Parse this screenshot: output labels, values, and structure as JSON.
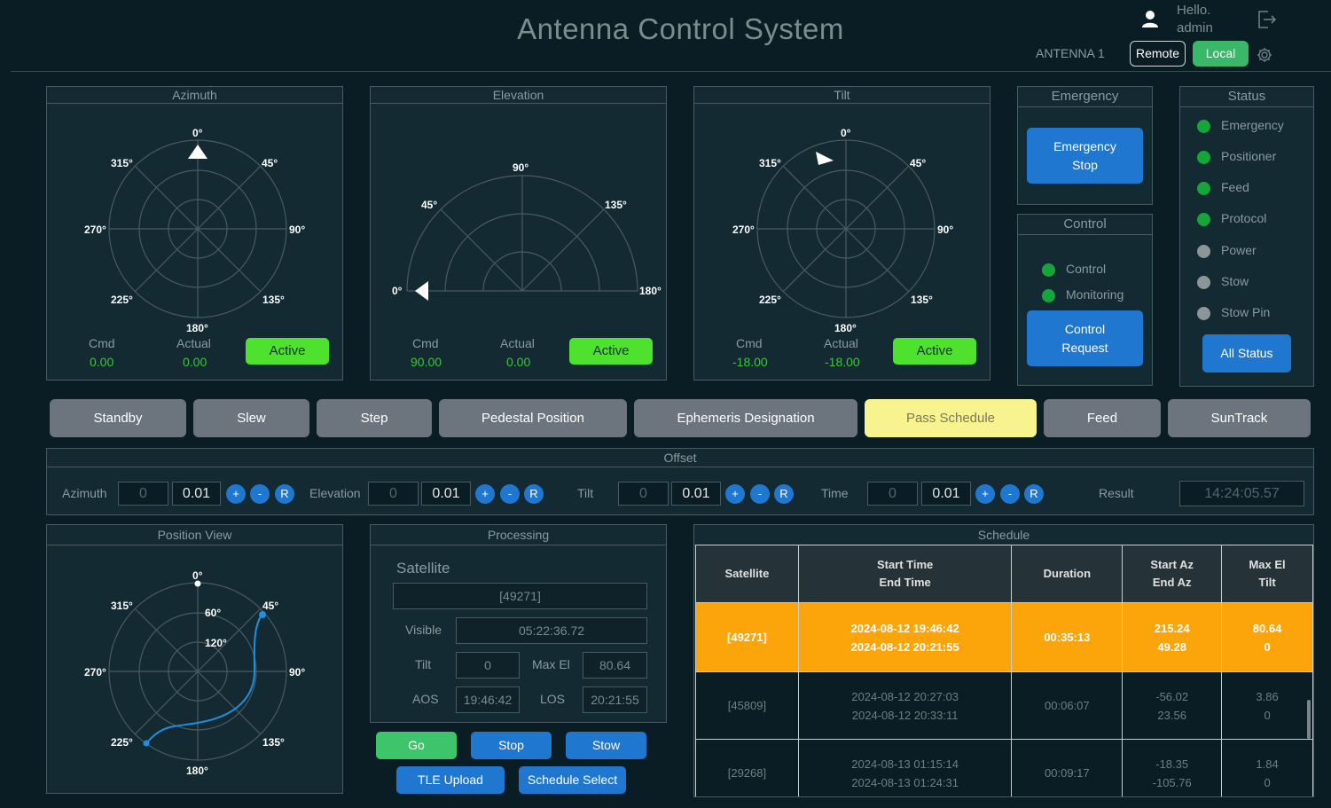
{
  "header": {
    "title": "Antenna Control System",
    "hello": "Hello.",
    "user": "admin",
    "antenna": "ANTENNA 1",
    "remote_label": "Remote",
    "local_label": "Local"
  },
  "azimuth": {
    "title": "Azimuth",
    "ticks": {
      "n": "0°",
      "ne": "45°",
      "e": "90°",
      "se": "135°",
      "s": "180°",
      "sw": "225°",
      "w": "270°",
      "nw": "315°"
    },
    "cmd_label": "Cmd",
    "actual_label": "Actual",
    "cmd": "0.00",
    "actual": "0.00",
    "active_label": "Active"
  },
  "elevation": {
    "title": "Elevation",
    "ticks": {
      "t0": "0°",
      "t45": "45°",
      "t90": "90°",
      "t135": "135°",
      "t180": "180°"
    },
    "cmd_label": "Cmd",
    "actual_label": "Actual",
    "cmd": "90.00",
    "actual": "0.00",
    "active_label": "Active"
  },
  "tilt": {
    "title": "Tilt",
    "ticks": {
      "n": "0°",
      "ne": "45°",
      "e": "90°",
      "se": "135°",
      "s": "180°",
      "sw": "225°",
      "w": "270°",
      "nw": "315°"
    },
    "cmd_label": "Cmd",
    "actual_label": "Actual",
    "cmd": "-18.00",
    "actual": "-18.00",
    "active_label": "Active"
  },
  "emergency": {
    "title": "Emergency",
    "stop_line1": "Emergency",
    "stop_line2": "Stop"
  },
  "control": {
    "title": "Control",
    "items": [
      {
        "label": "Control",
        "state": "green"
      },
      {
        "label": "Monitoring",
        "state": "green"
      }
    ],
    "request_line1": "Control",
    "request_line2": "Request"
  },
  "status": {
    "title": "Status",
    "items": [
      {
        "label": "Emergency",
        "state": "green"
      },
      {
        "label": "Positioner",
        "state": "green"
      },
      {
        "label": "Feed",
        "state": "green"
      },
      {
        "label": "Protocol",
        "state": "green"
      },
      {
        "label": "Power",
        "state": "gray"
      },
      {
        "label": "Stow",
        "state": "gray"
      },
      {
        "label": "Stow Pin",
        "state": "gray"
      }
    ],
    "all_label": "All Status"
  },
  "modes": [
    "Standby",
    "Slew",
    "Step",
    "Pedestal Position",
    "Ephemeris Designation",
    "Pass Schedule",
    "Feed",
    "SunTrack"
  ],
  "offset": {
    "title": "Offset",
    "groups": [
      {
        "label": "Azimuth",
        "value": "0",
        "step": "0.01"
      },
      {
        "label": "Elevation",
        "value": "0",
        "step": "0.01"
      },
      {
        "label": "Tilt",
        "value": "0",
        "step": "0.01"
      },
      {
        "label": "Time",
        "value": "0",
        "step": "0.01"
      }
    ],
    "plus": "+",
    "minus": "-",
    "reset": "R",
    "result_label": "Result",
    "result": "14:24:05.57"
  },
  "position_view": {
    "title": "Position View",
    "ticks": {
      "n": "0°",
      "ne": "45°",
      "e": "90°",
      "se": "135°",
      "s": "180°",
      "sw": "225°",
      "w": "270°",
      "nw": "315°",
      "r60": "60°",
      "r120": "120°"
    }
  },
  "processing": {
    "title": "Processing",
    "satellite_label": "Satellite",
    "satellite": "[49271]",
    "visible_label": "Visible",
    "visible": "05:22:36.72",
    "tilt_label": "Tilt",
    "tilt": "0",
    "maxel_label": "Max El",
    "maxel": "80.64",
    "aos_label": "AOS",
    "aos": "19:46:42",
    "los_label": "LOS",
    "los": "20:21:55",
    "buttons": {
      "go": "Go",
      "stop": "Stop",
      "stow": "Stow",
      "tle": "TLE Upload",
      "schedule": "Schedule Select"
    }
  },
  "schedule": {
    "title": "Schedule",
    "headers": [
      [
        "Satellite"
      ],
      [
        "Start Time",
        "End Time"
      ],
      [
        "Duration"
      ],
      [
        "Start Az",
        "End Az"
      ],
      [
        "Max El",
        "Tilt"
      ]
    ],
    "rows": [
      {
        "sat": "[49271]",
        "start": "2024-08-12 19:46:42",
        "end": "2024-08-12 20:21:55",
        "dur": "00:35:13",
        "saz": "215.24",
        "eaz": "49.28",
        "maxel": "80.64",
        "tilt": "0",
        "selected": true
      },
      {
        "sat": "[45809]",
        "start": "2024-08-12 20:27:03",
        "end": "2024-08-12 20:33:11",
        "dur": "00:06:07",
        "saz": "-56.02",
        "eaz": "23.56",
        "maxel": "3.86",
        "tilt": "0",
        "selected": false
      },
      {
        "sat": "[29268]",
        "start": "2024-08-13 01:15:14",
        "end": "2024-08-13 01:24:31",
        "dur": "00:09:17",
        "saz": "-18.35",
        "eaz": "-105.76",
        "maxel": "1.84",
        "tilt": "0",
        "selected": false
      }
    ]
  },
  "colors": {
    "accent": "#1f77cf",
    "active": "#4ee12e",
    "selected_row": "#fca50a",
    "selected_mode": "#f7f38e",
    "ok": "#15a53a",
    "inactive": "#8c9699"
  }
}
